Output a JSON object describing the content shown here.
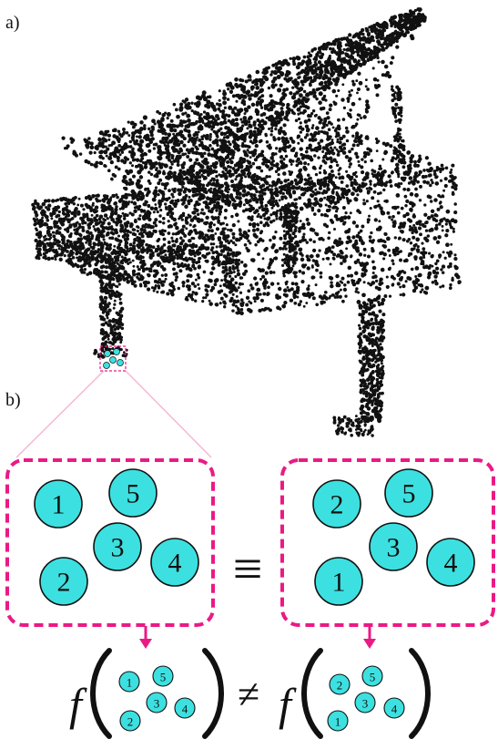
{
  "labels": {
    "a": "a)",
    "b": "b)"
  },
  "colors": {
    "magenta": "#ea1a85",
    "cyan": "#3de0e0",
    "pink_line": "#f6b6d6",
    "ink": "#111111"
  },
  "set_left": [
    "1",
    "5",
    "3",
    "2",
    "4"
  ],
  "set_right": [
    "2",
    "5",
    "3",
    "1",
    "4"
  ],
  "symbols": {
    "equivalent": "≡",
    "not_equal": "≠",
    "function": "f"
  }
}
